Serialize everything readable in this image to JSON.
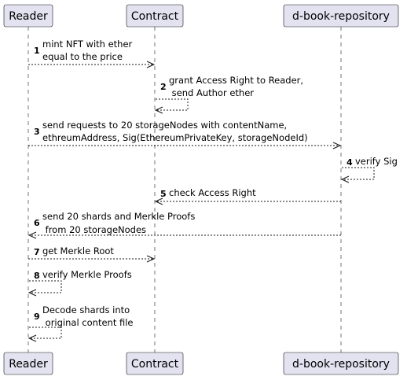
{
  "participants": [
    {
      "id": "reader",
      "label": "Reader"
    },
    {
      "id": "contract",
      "label": "Contract"
    },
    {
      "id": "repo",
      "label": "d-book-repository"
    }
  ],
  "messages": [
    {
      "num": "1",
      "from": "reader",
      "to": "contract",
      "lines": [
        "mint NFT with ether",
        "equal to the price"
      ]
    },
    {
      "num": "2",
      "from": "contract",
      "to": "contract",
      "lines": [
        "grant Access Right to Reader,",
        " send Author ether"
      ]
    },
    {
      "num": "3",
      "from": "reader",
      "to": "repo",
      "lines": [
        "send requests to 20 storageNodes with contentName,",
        "ethreumAddress, Sig(EthereumPrivateKey, storageNodeId)"
      ]
    },
    {
      "num": "4",
      "from": "repo",
      "to": "repo",
      "lines": [
        "verify Sig"
      ]
    },
    {
      "num": "5",
      "from": "repo",
      "to": "contract",
      "lines": [
        "check Access Right"
      ]
    },
    {
      "num": "6",
      "from": "repo",
      "to": "reader",
      "lines": [
        "send 20 shards and Merkle Proofs",
        " from 20 storageNodes"
      ]
    },
    {
      "num": "7",
      "from": "reader",
      "to": "contract",
      "lines": [
        "get Merkle Root"
      ]
    },
    {
      "num": "8",
      "from": "reader",
      "to": "reader",
      "lines": [
        "verify Merkle Proofs"
      ]
    },
    {
      "num": "9",
      "from": "reader",
      "to": "reader",
      "lines": [
        "Decode shards into",
        " original content file"
      ]
    }
  ]
}
